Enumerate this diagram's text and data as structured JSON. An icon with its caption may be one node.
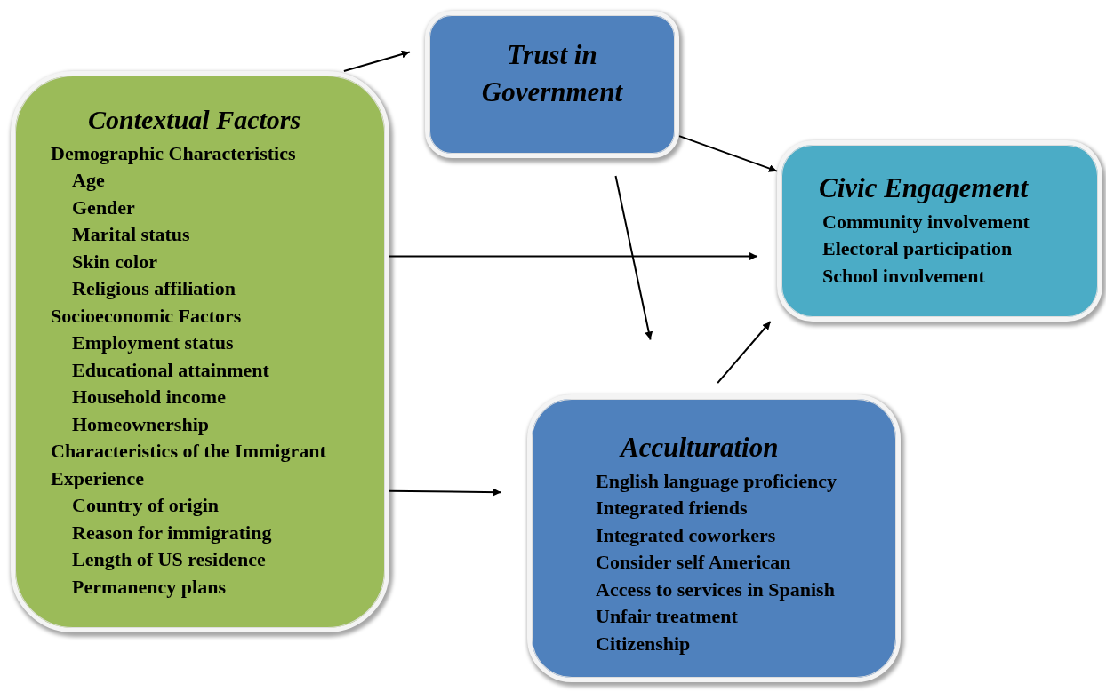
{
  "diagram": {
    "nodes": [
      {
        "text": [
          "Contextual Factors",
          "Demographic Characteristics",
          "Age",
          "Gender",
          "Marital status",
          "Skin color",
          "Religious affiliation",
          "Socioeconomic Factors",
          "Employment status",
          "Educational attainment",
          "Household income",
          "Homeownership",
          "Characteristics of the Immigrant Experience",
          "Country of origin",
          "Reason for immigrating",
          "Length of US residence",
          "Permanency plans"
        ]
      },
      {
        "text": [
          "Trust in Government"
        ]
      },
      {
        "text": [
          "Civic Engagement",
          "Community involvement",
          "Electoral participation",
          "School involvement"
        ]
      },
      {
        "text": [
          "Acculturation",
          "English language proficiency",
          "Integrated friends",
          "Integrated coworkers",
          "Consider self American",
          "Access to services in Spanish",
          "Unfair treatment",
          "Citizenship"
        ]
      }
    ],
    "edges": [
      {
        "from": 0,
        "to": 1,
        "arrow": "to"
      },
      {
        "from": 1,
        "to": 2,
        "arrow": "to"
      },
      {
        "from": 0,
        "to": 2,
        "arrow": "to"
      },
      {
        "from": 1,
        "to": 3,
        "arrow": "to"
      },
      {
        "from": 0,
        "to": 3,
        "arrow": "to"
      },
      {
        "from": 3,
        "to": 2,
        "arrow": "to"
      }
    ]
  }
}
